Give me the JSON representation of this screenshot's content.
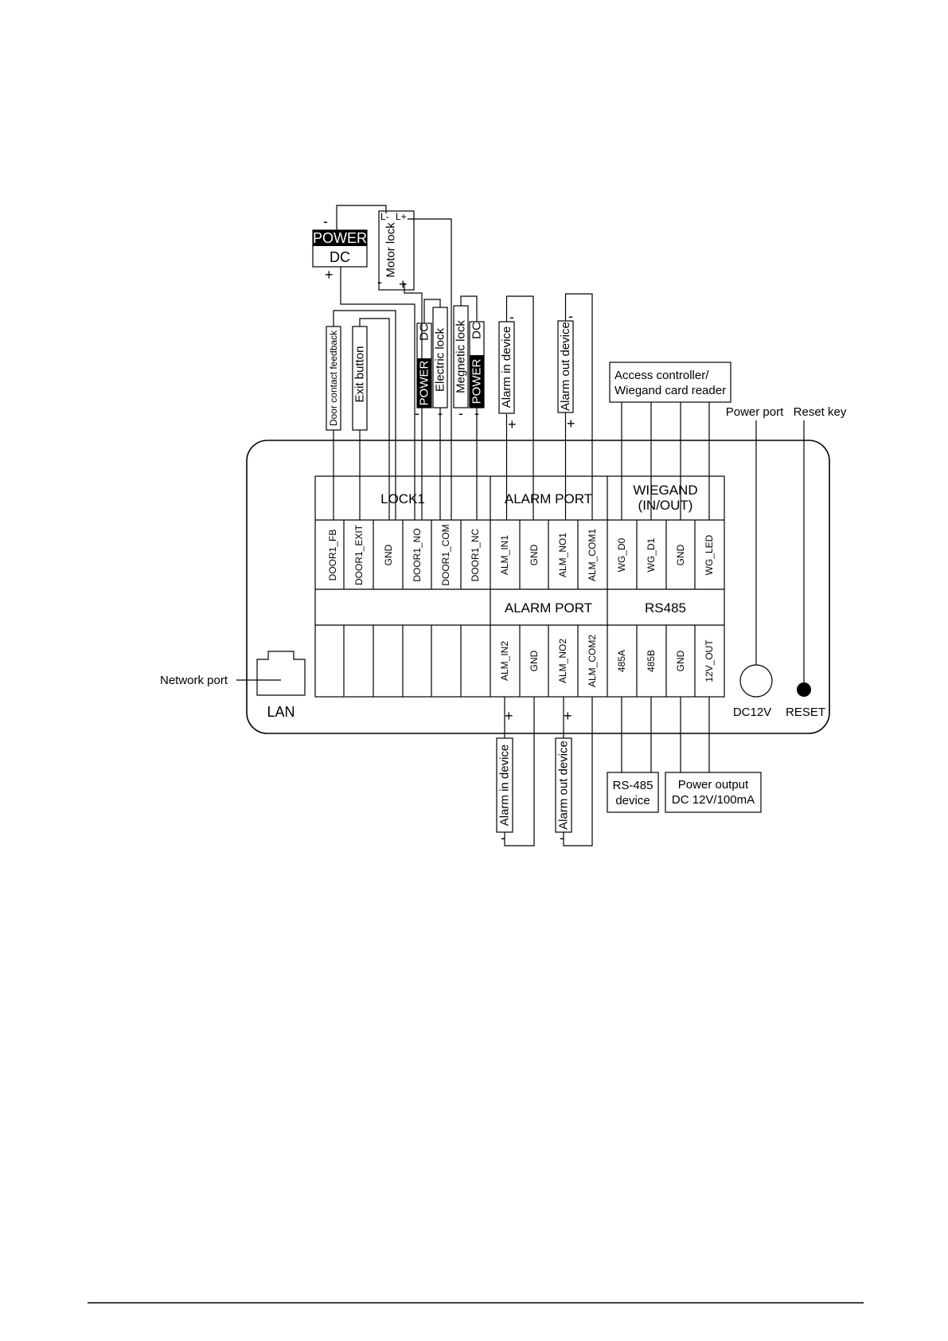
{
  "sections": {
    "lock1": "LOCK1",
    "alarm_port_top": "ALARM PORT",
    "wiegand_line1": "WIEGAND",
    "wiegand_line2": "(IN/OUT)",
    "alarm_port_bottom": "ALARM PORT",
    "rs485": "RS485"
  },
  "pins_top": [
    "DOOR1_FB",
    "DOOR1_EXIT",
    "GND",
    "DOOR1_NO",
    "DOOR1_COM",
    "DOOR1_NC",
    "ALM_IN1",
    "GND",
    "ALM_NO1",
    "ALM_COM1",
    "WG_D0",
    "WG_D1",
    "GND",
    "WG_LED"
  ],
  "pins_bottom": [
    "ALM_IN2",
    "GND",
    "ALM_NO2",
    "ALM_COM2",
    "485A",
    "485B",
    "GND",
    "12V_OUT"
  ],
  "devices": {
    "door_contact": "Door contact feedback",
    "exit_button": "Exit button",
    "motor_lock": "Motor lock",
    "motor_lock_l_minus": "L-",
    "motor_lock_l_plus": "L+",
    "power_top": "POWER",
    "power_dc": "DC",
    "electric_lock": "Electric lock",
    "magnetic_lock": "Megnetic lock",
    "power_left": "POWER",
    "dc_left": "DC",
    "power_right": "POWER",
    "dc_right": "DC",
    "alarm_in_top": "Alarm in device",
    "alarm_out_top": "Alarm out device",
    "alarm_in_bottom": "Alarm in device",
    "alarm_out_bottom": "Alarm out device",
    "access_line1": "Access controller/",
    "access_line2": "Wiegand card reader",
    "rs485_line1": "RS-485",
    "rs485_line2": "device",
    "power_out_line1": "Power output",
    "power_out_line2": "DC 12V/100mA"
  },
  "ports": {
    "network_port": "Network port",
    "lan": "LAN",
    "power_port": "Power port",
    "reset_key": "Reset key",
    "dc12v": "DC12V",
    "reset": "RESET"
  },
  "signs": {
    "plus": "+",
    "minus": "-"
  }
}
